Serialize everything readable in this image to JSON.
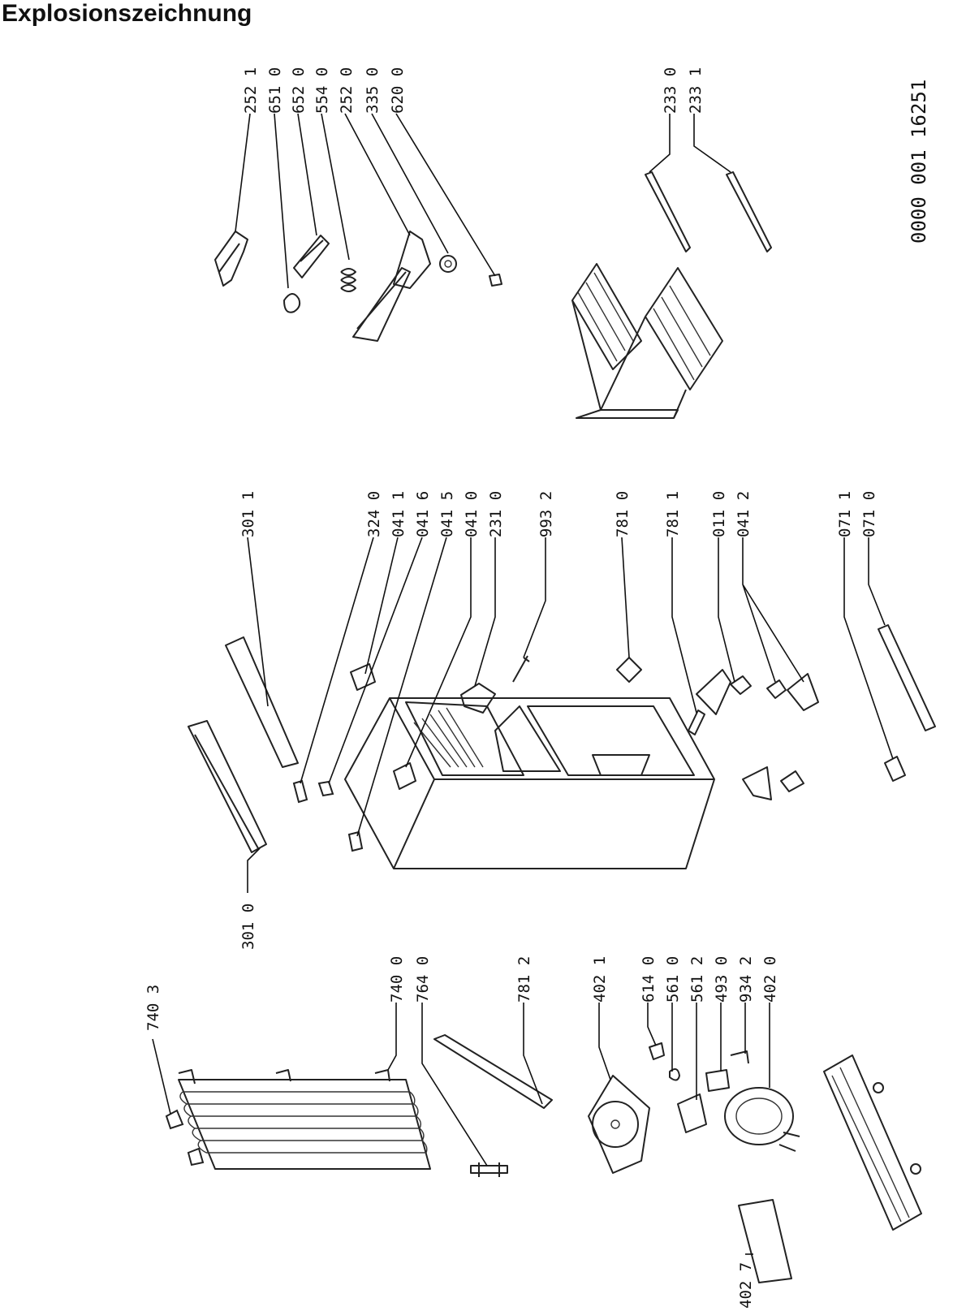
{
  "header": {
    "title": "Explosionszeichnung"
  },
  "document_number": "0000 001 16251",
  "callouts": [
    {
      "id": "c-2521",
      "text": "252 1"
    },
    {
      "id": "c-6510",
      "text": "651 0"
    },
    {
      "id": "c-6520",
      "text": "652 0"
    },
    {
      "id": "c-5540",
      "text": "554 0"
    },
    {
      "id": "c-2520",
      "text": "252 0"
    },
    {
      "id": "c-3350",
      "text": "335 0"
    },
    {
      "id": "c-6200",
      "text": "620 0"
    },
    {
      "id": "c-2330",
      "text": "233 0"
    },
    {
      "id": "c-2331",
      "text": "233 1"
    },
    {
      "id": "c-3011",
      "text": "301 1"
    },
    {
      "id": "c-3240",
      "text": "324 0"
    },
    {
      "id": "c-0411",
      "text": "041 1"
    },
    {
      "id": "c-0416",
      "text": "041 6"
    },
    {
      "id": "c-0415",
      "text": "041 5"
    },
    {
      "id": "c-0410",
      "text": "041 0"
    },
    {
      "id": "c-2310",
      "text": "231 0"
    },
    {
      "id": "c-9932",
      "text": "993 2"
    },
    {
      "id": "c-7810",
      "text": "781 0"
    },
    {
      "id": "c-7811",
      "text": "781 1"
    },
    {
      "id": "c-0110",
      "text": "011 0"
    },
    {
      "id": "c-0412",
      "text": "041 2"
    },
    {
      "id": "c-0711",
      "text": "071 1"
    },
    {
      "id": "c-0710",
      "text": "071 0"
    },
    {
      "id": "c-3010",
      "text": "301 0"
    },
    {
      "id": "c-7403",
      "text": "740 3"
    },
    {
      "id": "c-7400",
      "text": "740 0"
    },
    {
      "id": "c-7640",
      "text": "764 0"
    },
    {
      "id": "c-7812",
      "text": "781 2"
    },
    {
      "id": "c-4021",
      "text": "402 1"
    },
    {
      "id": "c-6140",
      "text": "614 0"
    },
    {
      "id": "c-5610",
      "text": "561 0"
    },
    {
      "id": "c-5612",
      "text": "561 2"
    },
    {
      "id": "c-4930",
      "text": "493 0"
    },
    {
      "id": "c-9342",
      "text": "934 2"
    },
    {
      "id": "c-4020",
      "text": "402 0"
    },
    {
      "id": "c-4027",
      "text": "402 7"
    }
  ]
}
